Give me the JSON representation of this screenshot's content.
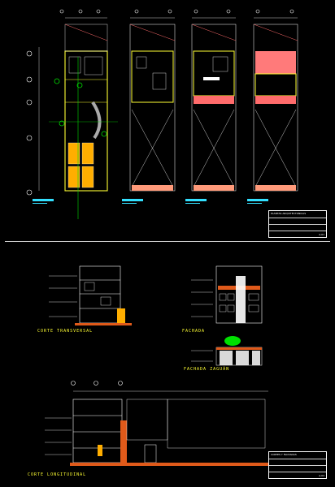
{
  "drawing": {
    "labels": {
      "corte_transversal": "CORTE TRANSVERSAL",
      "fachada": "FACHADA",
      "fachada_zaguan": "FACHADA ZAGUÁN",
      "corte_longitudinal": "CORTE LONGITUDINAL"
    },
    "title_blocks": [
      {
        "name": "PLANTAS ARQUITECTONICAS",
        "code": "A-01"
      },
      {
        "name": "CORTES Y FACHADAS",
        "code": "A-02"
      }
    ]
  },
  "colors": {
    "background": "#000000",
    "wall": "#ffff33",
    "dimension": "#ffffff",
    "hatch_red": "#ff6b6b",
    "cars": "#ffae00",
    "green": "#00e000",
    "terrain": "#e05a1a",
    "cyan": "#33e0ff",
    "magenta": "#ff33ff"
  }
}
